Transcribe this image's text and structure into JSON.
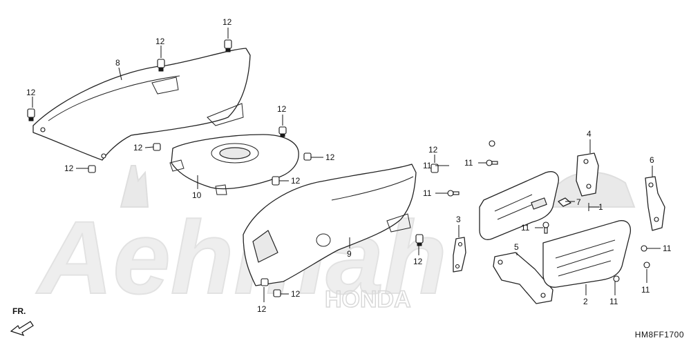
{
  "diagram": {
    "code": "HM8FF1700",
    "direction_label": "FR.",
    "watermark_text": "Aehmah",
    "brand_watermark": "HONDA",
    "callout_labels": [
      "12",
      "8",
      "10",
      "9",
      "4",
      "6",
      "1",
      "7",
      "3",
      "5",
      "2",
      "11"
    ]
  },
  "colors": {
    "line": "#222222",
    "watermark": "#e9e9e9",
    "background": "#ffffff"
  }
}
